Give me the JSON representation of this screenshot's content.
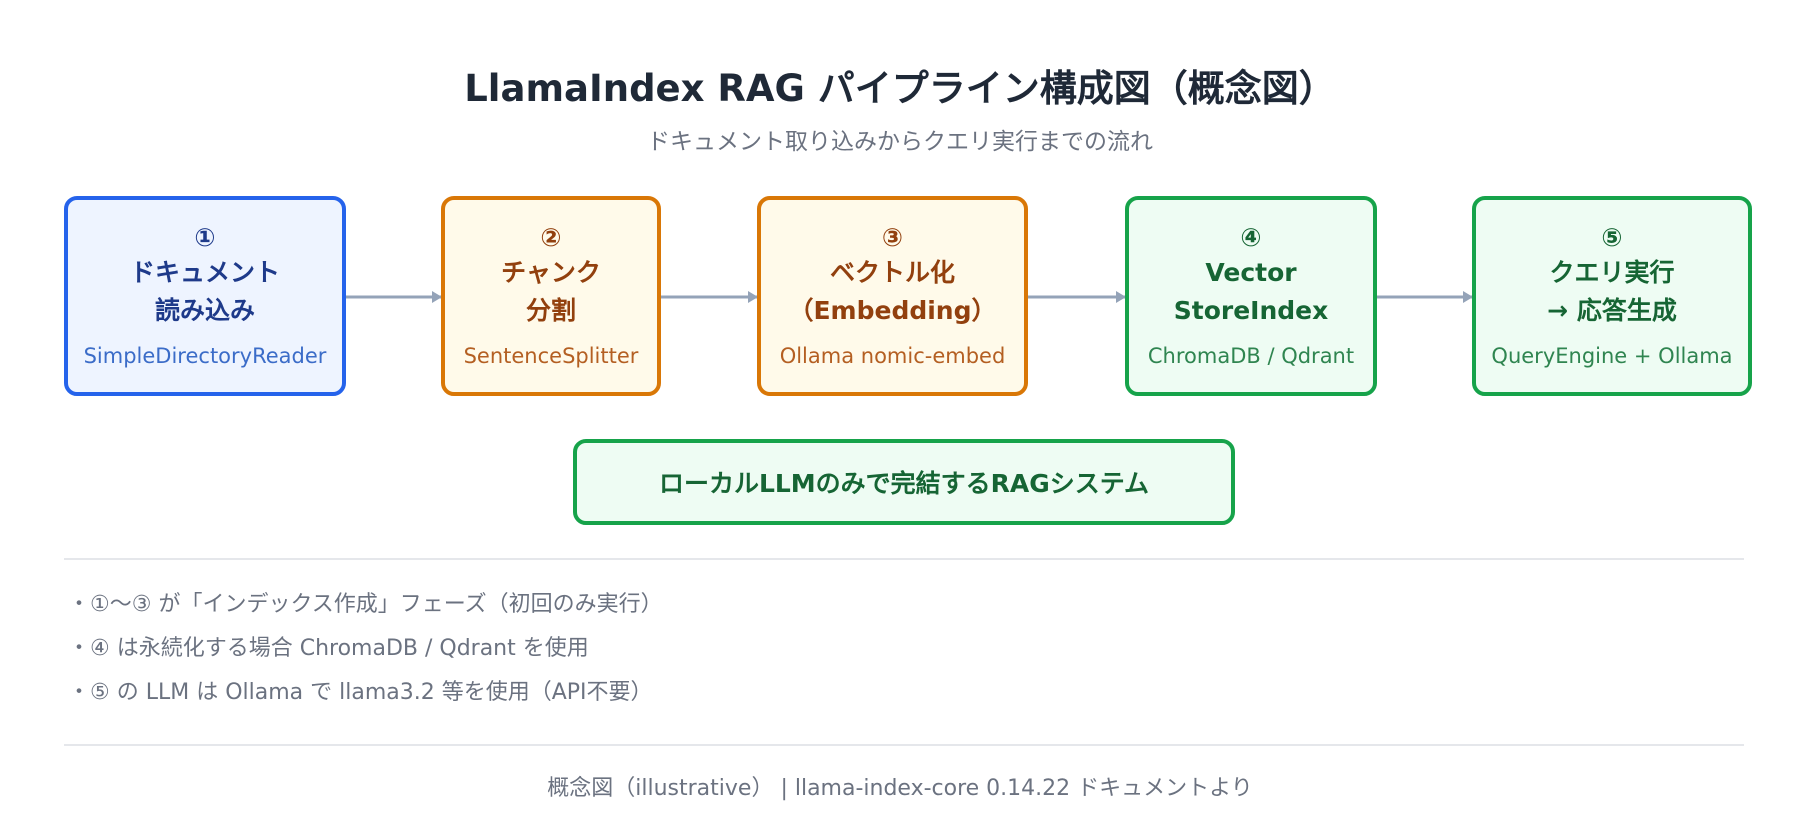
{
  "header": {
    "title": "LlamaIndex RAG パイプライン構成図（概念図）",
    "subtitle": "ドキュメント取り込みからクエリ実行までの流れ"
  },
  "steps": [
    {
      "number": "①",
      "line1": "ドキュメント",
      "line2": "読み込み",
      "sub": "SimpleDirectoryReader"
    },
    {
      "number": "②",
      "line1": "チャンク",
      "line2": "分割",
      "sub": "SentenceSplitter"
    },
    {
      "number": "③",
      "line1": "ベクトル化",
      "line2": "（Embedding）",
      "sub": "Ollama nomic-embed"
    },
    {
      "number": "④",
      "line1": "Vector",
      "line2": "StoreIndex",
      "sub": "ChromaDB / Qdrant"
    },
    {
      "number": "⑤",
      "line1": "クエリ実行",
      "line2": "→ 応答生成",
      "sub": "QueryEngine + Ollama"
    }
  ],
  "banner": "ローカルLLMのみで完結するRAGシステム",
  "notes": [
    "・①〜③ が「インデックス作成」フェーズ（初回のみ実行）",
    "・④ は永続化する場合 ChromaDB / Qdrant を使用",
    "・⑤ の LLM は Ollama で llama3.2 等を使用（API不要）"
  ],
  "footer": "概念図（illustrative） | llama-index-core 0.14.22 ドキュメントより",
  "colors": {
    "blue": "#2563eb",
    "orange": "#d97706",
    "green": "#16a34a",
    "arrow": "#94a3b8"
  }
}
